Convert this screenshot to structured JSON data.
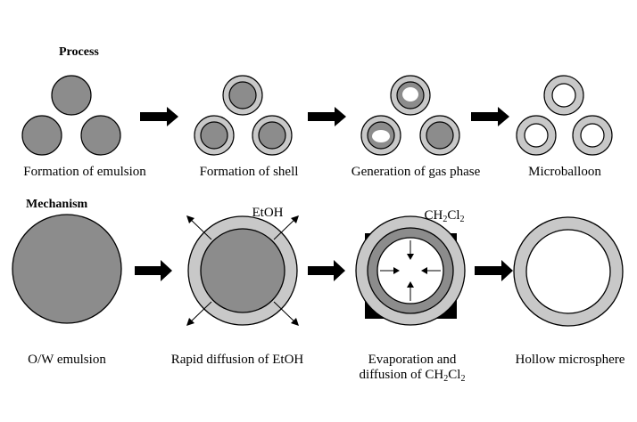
{
  "process": {
    "header": "Process",
    "labels": [
      "Formation of emulsion",
      "Formation of shell",
      "Generation of gas phase",
      "Microballoon"
    ]
  },
  "mechanism": {
    "header": "Mechanism",
    "labels": [
      "O/W emulsion",
      "Rapid diffusion of EtOH"
    ],
    "evap_line1": "Evaporation and",
    "evap_line2_pre": "diffusion of CH",
    "evap_line2_sub": "2",
    "evap_line2_mid": "Cl",
    "evap_line2_sub2": "2",
    "hollow": "Hollow microsphere",
    "etoh": "EtOH",
    "ch2cl2_pre": "CH",
    "ch2cl2_sub": "2",
    "ch2cl2_mid": "Cl",
    "ch2cl2_sub2": "2"
  },
  "colors": {
    "core": "#8c8c8c",
    "shell": "#c8c8c8",
    "stroke": "#000000",
    "arrow": "#000000"
  }
}
